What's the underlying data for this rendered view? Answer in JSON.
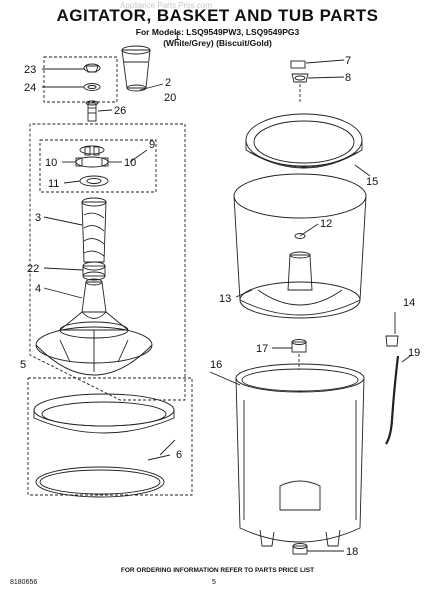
{
  "watermark": "Appliance Parts Pros.com",
  "header": {
    "title": "AGITATOR, BASKET AND TUB PARTS",
    "models": "For Models: LSQ9549PW3, LSQ9549PG3",
    "colors": "(White/Grey)  (Biscuit/Gold)"
  },
  "part_numbers": {
    "p1": "1",
    "p2": "2",
    "p3": "3",
    "p4": "4",
    "p5": "5",
    "p6": "6",
    "p7": "7",
    "p8": "8",
    "p9": "9",
    "p10a": "10",
    "p10b": "10",
    "p11": "11",
    "p12": "12",
    "p13": "13",
    "p14": "14",
    "p15": "15",
    "p16": "16",
    "p17": "17",
    "p18": "18",
    "p19": "19",
    "p20": "20",
    "p22": "22",
    "p23": "23",
    "p24": "24",
    "p26": "26"
  },
  "footer": {
    "note": "FOR ORDERING INFORMATION REFER TO PARTS PRICE LIST",
    "page": "5",
    "doc_number": "8180656"
  }
}
